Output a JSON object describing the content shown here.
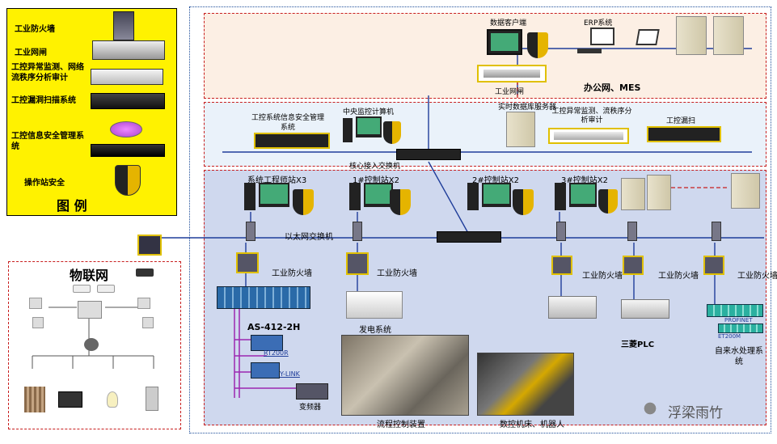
{
  "legend": {
    "items": [
      {
        "label": "工业防火墙"
      },
      {
        "label": "工业网闸"
      },
      {
        "label": "工控异常监测、网络流秩序分析审计"
      },
      {
        "label": "工控漏洞扫描系统"
      },
      {
        "label": "工控信息安全管理系统"
      },
      {
        "label": "操作站安全"
      }
    ],
    "title": "图   例"
  },
  "office": {
    "data_client": "数据客户端",
    "erp": "ERP系统",
    "gateway": "工业网闸",
    "zone_label": "办公网、MES"
  },
  "central": {
    "info_mgmt": "工控系统信息安全管理系统",
    "monitor_pc": "中央监控计算机",
    "realtime_server": "实时数据库服务器",
    "anomaly_audit": "工控异常监测、流秩序分析审计",
    "vuln_scan": "工控漏扫",
    "core_switch": "核心接入交换机"
  },
  "control": {
    "eng_station": "系统工程师站X3",
    "station1": "1#控制站X2",
    "station2": "2#控制站X2",
    "station3": "3#控制站X2",
    "ethernet_switch": "以太网交换机",
    "firewalls": [
      "工业防火墙",
      "工业防火墙",
      "工业防火墙",
      "工业防火墙",
      "工业防火墙"
    ],
    "as412": "AS-412-2H",
    "rt": "RT200R",
    "ylink": "Y-LINK",
    "inverter": "变频器",
    "power": "发电系统",
    "process": "流程控制装置",
    "cnc": "数控机床、机器人",
    "mitsubishi": "三菱PLC",
    "water": "自来水处理系统",
    "profinet": "PROFINET",
    "et200": "ET200M"
  },
  "iot": {
    "title": "物联网"
  },
  "watermark": "浮梁雨竹"
}
